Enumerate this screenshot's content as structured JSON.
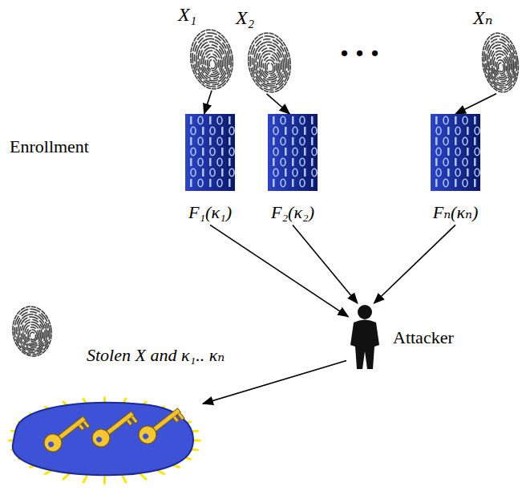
{
  "diagram": {
    "nodes": [
      {
        "text": [
          "X₁"
        ]
      },
      {
        "text": [
          "X₂"
        ]
      },
      {
        "text": [
          "Xₙ"
        ]
      },
      {
        "text": [
          "F₁(κ₁)"
        ]
      },
      {
        "text": [
          "F₂(κ₂)"
        ]
      },
      {
        "text": [
          "Fₙ(κₙ)"
        ]
      },
      {
        "text": [
          "Attacker"
        ]
      },
      {
        "text": [
          "Stolen X and κ₁.. κₙ"
        ]
      }
    ],
    "edges": [
      {
        "from": 0,
        "to": 3,
        "arrow": "to"
      },
      {
        "from": 1,
        "to": 4,
        "arrow": "to"
      },
      {
        "from": 2,
        "to": 5,
        "arrow": "to"
      },
      {
        "from": 3,
        "to": 6,
        "arrow": "to"
      },
      {
        "from": 4,
        "to": 6,
        "arrow": "to"
      },
      {
        "from": 5,
        "to": 6,
        "arrow": "to"
      },
      {
        "from": 6,
        "to": 7,
        "arrow": "to"
      }
    ],
    "labels": [
      "Enrollment",
      "..."
    ]
  }
}
